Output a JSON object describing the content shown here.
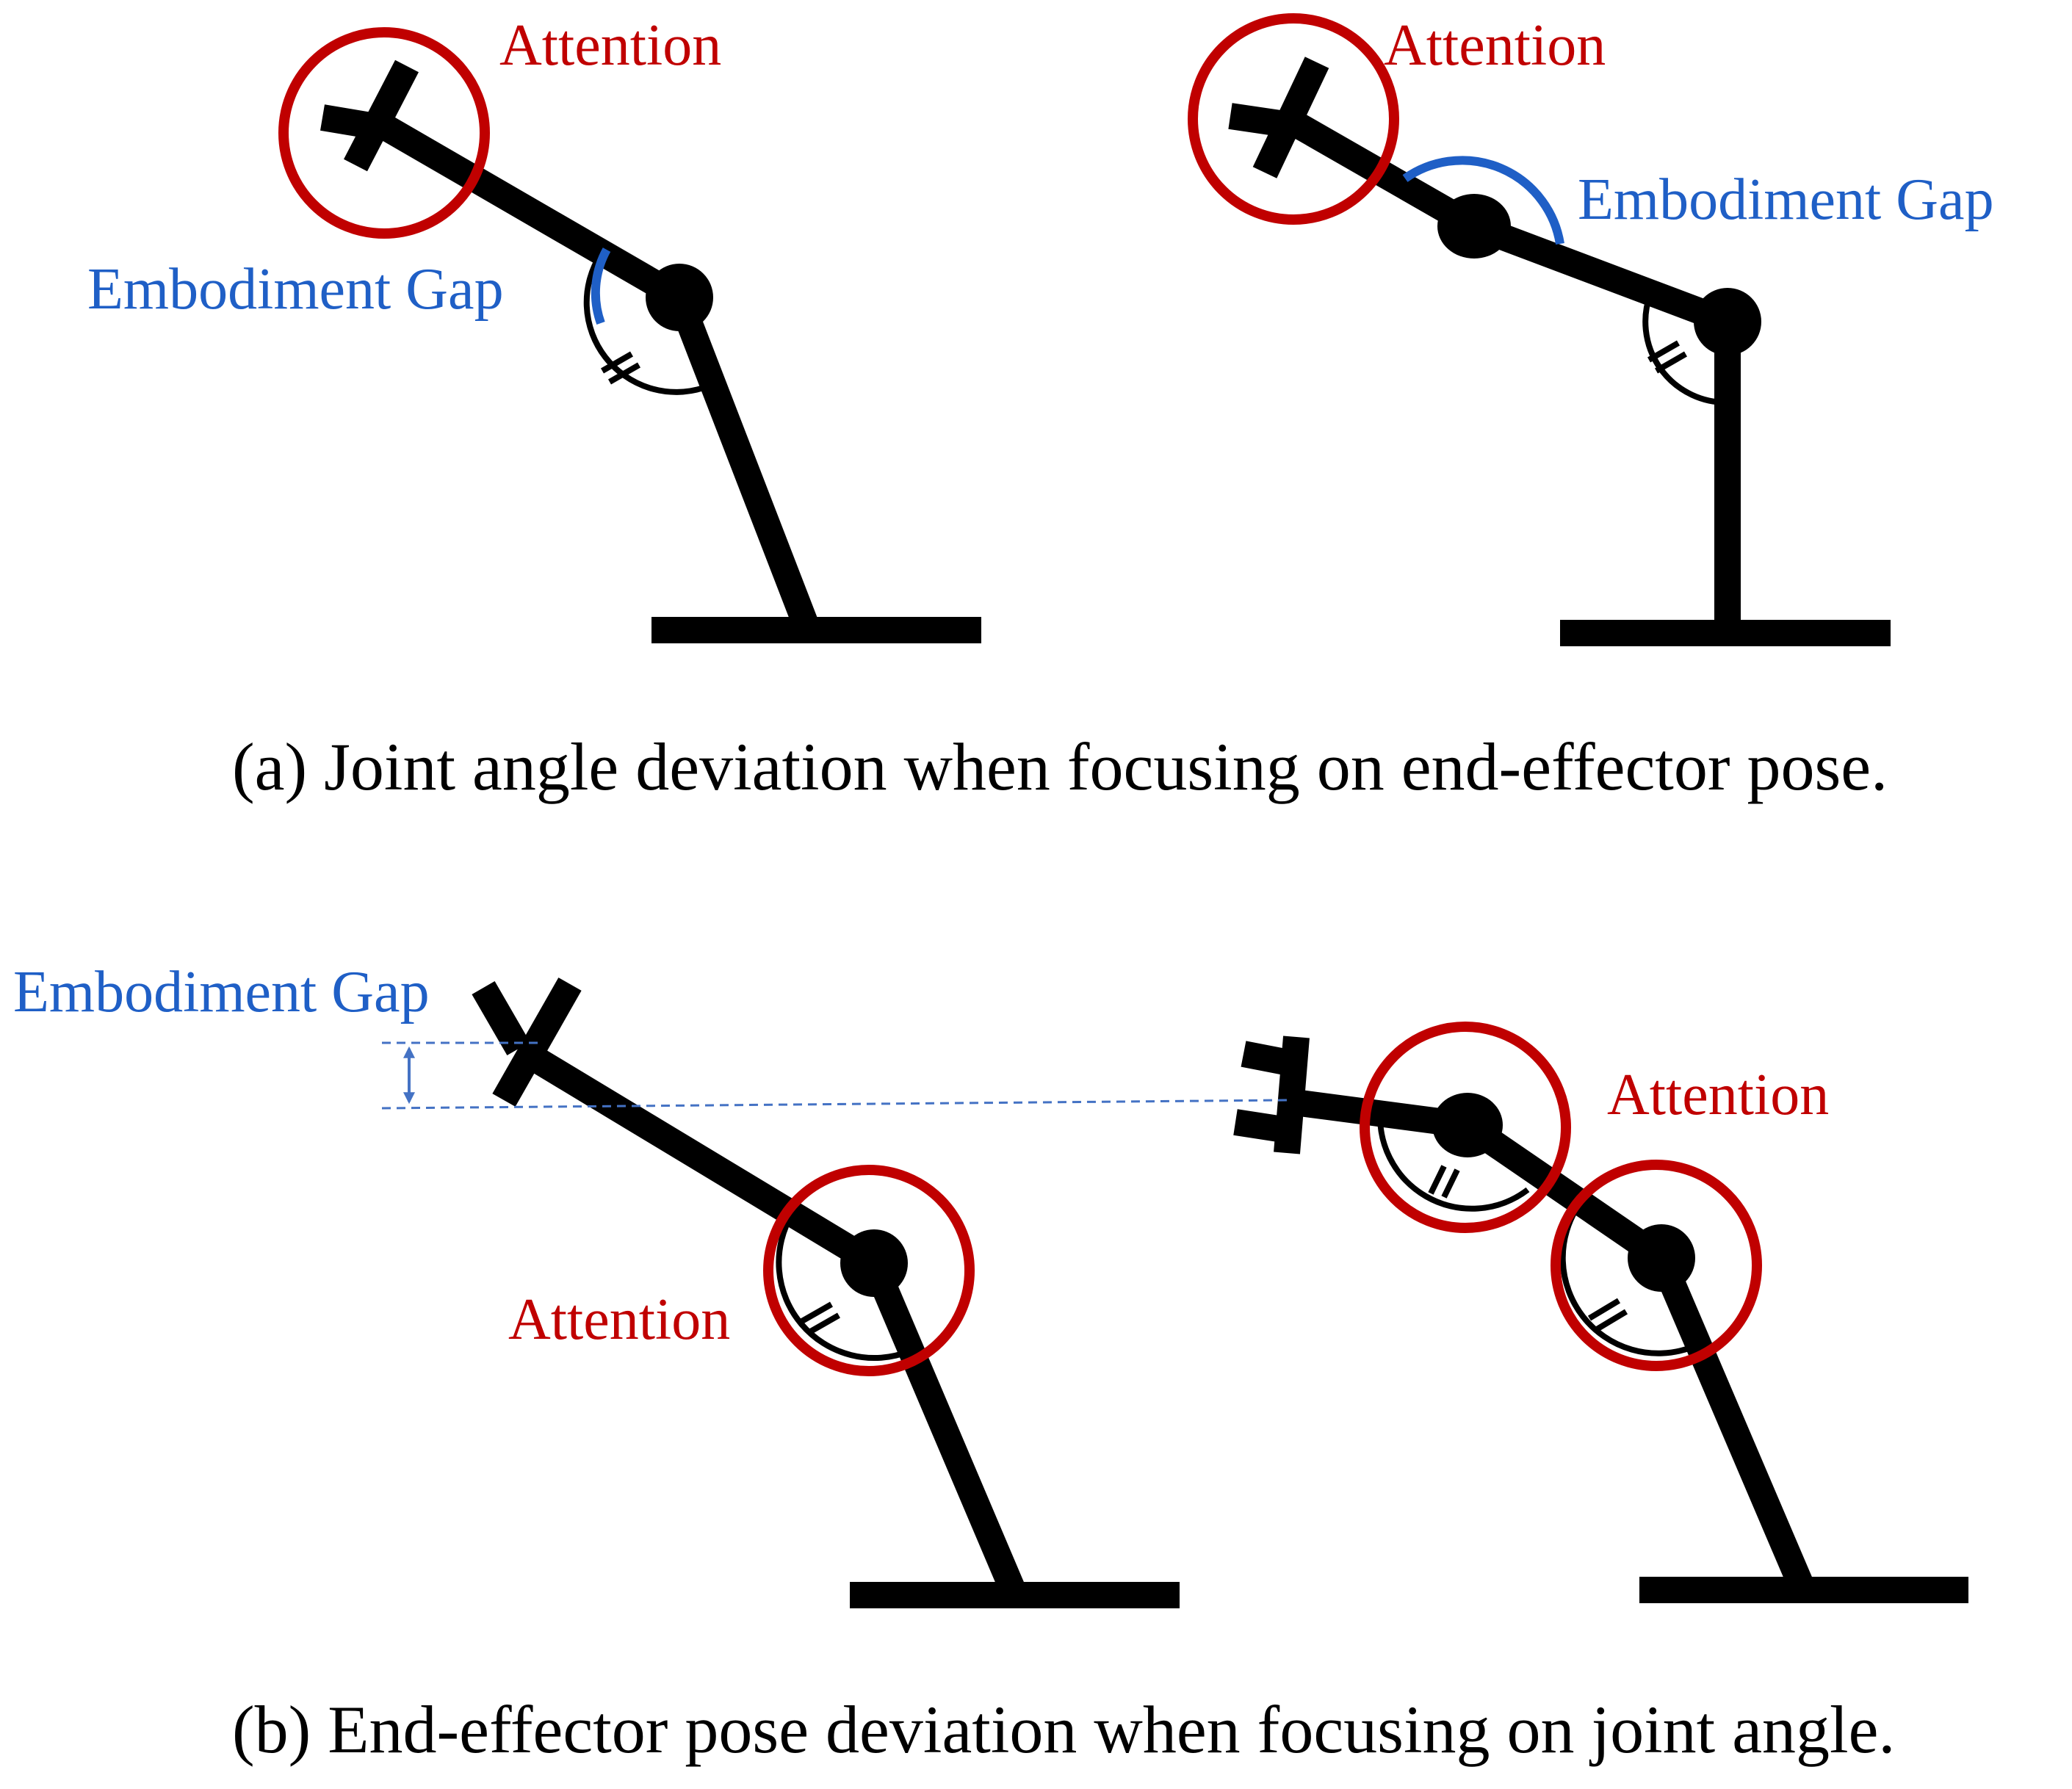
{
  "colors": {
    "link": "#000000",
    "attention": "#c00000",
    "gap": "#1f5fc6",
    "gap_dashed": "#4472c4",
    "background": "#ffffff"
  },
  "panel_a": {
    "caption": "(a) Joint angle deviation when focusing on end-effector pose.",
    "left": {
      "attention_label": "Attention",
      "gap_label": "Embodiment Gap"
    },
    "right": {
      "attention_label": "Attention",
      "gap_label": "Embodiment Gap"
    }
  },
  "panel_b": {
    "caption": "(b) End-effector pose deviation when focusing on joint angle.",
    "gap_label": "Embodiment Gap",
    "left": {
      "attention_label": "Attention"
    },
    "right": {
      "attention_label": "Attention"
    }
  }
}
